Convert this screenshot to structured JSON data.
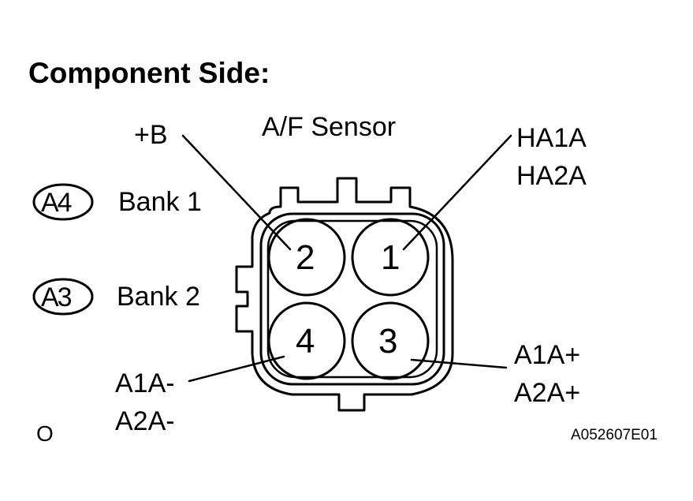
{
  "title": "Component Side:",
  "sensor_name": "A/F Sensor",
  "banks": [
    {
      "code": "A4",
      "label": "Bank 1"
    },
    {
      "code": "A3",
      "label": "Bank 2"
    }
  ],
  "pins": [
    {
      "number": "2",
      "signal_lines": [
        "+B"
      ]
    },
    {
      "number": "1",
      "signal_lines": [
        "HA1A",
        "HA2A"
      ]
    },
    {
      "number": "4",
      "signal_lines": [
        "A1A-",
        "A2A-"
      ]
    },
    {
      "number": "3",
      "signal_lines": [
        "A1A+",
        "A2A+"
      ]
    }
  ],
  "corner_mark": "O",
  "figure_code": "A052607E01"
}
